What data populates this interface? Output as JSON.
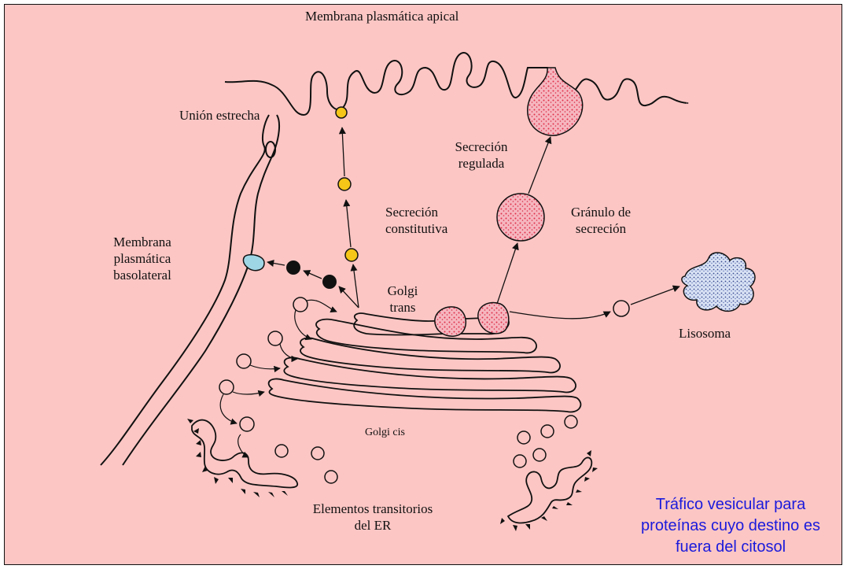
{
  "labels": {
    "apical": "Membrana plasmática apical",
    "tight_junction": "Unión estrecha",
    "basolateral_1": "Membrana",
    "basolateral_2": "plasmática",
    "basolateral_3": "basolateral",
    "regulated_1": "Secreción",
    "regulated_2": "regulada",
    "constitutive_1": "Secreción",
    "constitutive_2": "constitutiva",
    "granule_1": "Gránulo de",
    "granule_2": "secreción",
    "golgi_trans_1": "Golgi",
    "golgi_trans_2": "trans",
    "lysosome": "Lisosoma",
    "golgi_cis": "Golgi cis",
    "er_1": "Elementos transitorios",
    "er_2": "del ER"
  },
  "caption": {
    "line1": "Tráfico vesicular para",
    "line2": "proteínas cuyo destino es",
    "line3": "fuera del citosol"
  },
  "colors": {
    "background": "#fcc6c4",
    "constitutive_vesicle": "#f5c518",
    "basolateral_vesicle": "#111111",
    "fused_vesicle": "#9fd6e6",
    "granule": "#f3a9b3",
    "lysosome": "#c9d6ee",
    "caption": "#1a1adc"
  }
}
